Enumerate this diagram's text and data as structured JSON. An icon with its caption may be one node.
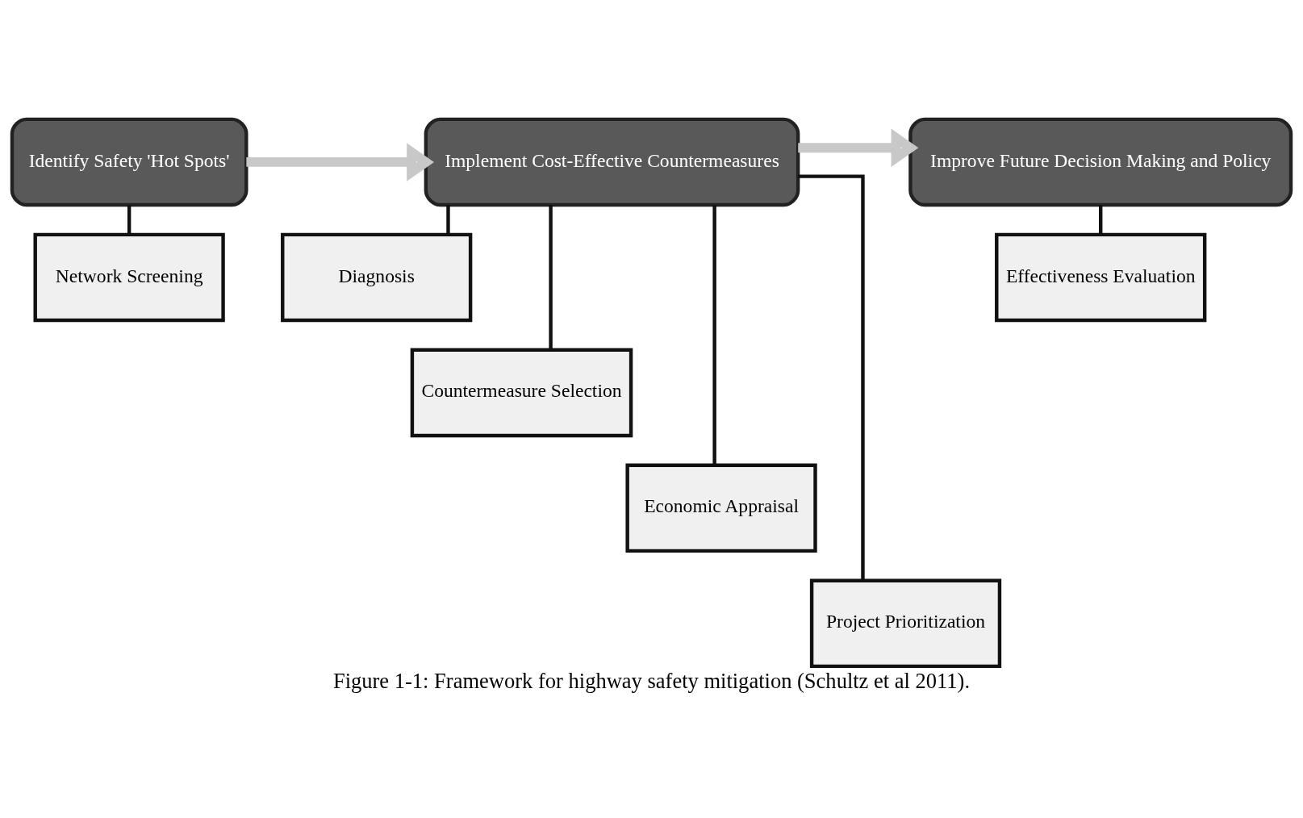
{
  "diagram": {
    "caption": "Figure 1-1: Framework for highway safety mitigation (Schultz et al 2011).",
    "nodes": [
      {
        "text": [
          "Identify Safety 'Hot Spots'"
        ]
      },
      {
        "text": [
          "Network Screening"
        ]
      },
      {
        "text": [
          "Implement Cost-Effective Countermeasures"
        ]
      },
      {
        "text": [
          "Diagnosis"
        ]
      },
      {
        "text": [
          "Countermeasure Selection"
        ]
      },
      {
        "text": [
          "Economic Appraisal"
        ]
      },
      {
        "text": [
          "Project Prioritization"
        ]
      },
      {
        "text": [
          "Improve Future Decision Making and Policy"
        ]
      },
      {
        "text": [
          "Effectiveness Evaluation"
        ]
      }
    ],
    "edges": [
      {
        "from": 0,
        "to": 2,
        "arrow": "to",
        "style": "thick",
        "color": "#c8c8c8"
      },
      {
        "from": 2,
        "to": 7,
        "arrow": "to",
        "style": "thick",
        "color": "#c8c8c8"
      },
      {
        "from": 0,
        "to": 1,
        "arrow": "none"
      },
      {
        "from": 2,
        "to": 3,
        "arrow": "none"
      },
      {
        "from": 2,
        "to": 4,
        "arrow": "none"
      },
      {
        "from": 2,
        "to": 5,
        "arrow": "none"
      },
      {
        "from": 2,
        "to": 6,
        "arrow": "none"
      },
      {
        "from": 7,
        "to": 8,
        "arrow": "none"
      }
    ]
  }
}
